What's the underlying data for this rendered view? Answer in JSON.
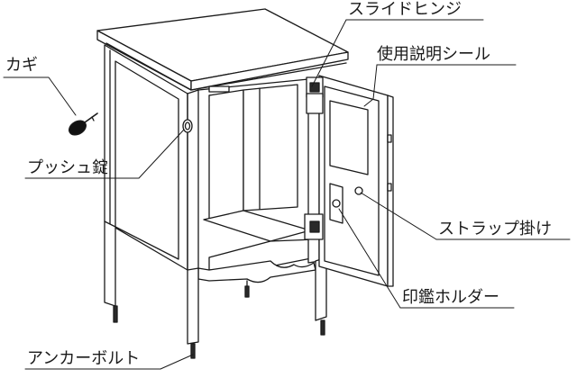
{
  "diagram": {
    "callouts": {
      "slide_hinge": "スライドヒンジ",
      "manual_sticker": "使用説明シール",
      "key": "カギ",
      "push_lock": "プッシュ錠",
      "strap_hook": "ストラップ掛け",
      "seal_holder": "印鑑ホルダー",
      "anchor_bolt": "アンカーボルト"
    },
    "colors": {
      "line": "#1a1a1a",
      "fill": "#ffffff",
      "key_head": "#111111",
      "dark_part": "#2a2a2a"
    }
  }
}
